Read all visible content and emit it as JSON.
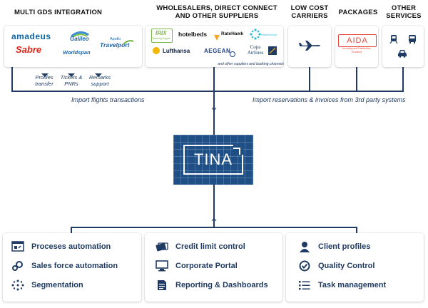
{
  "headers": {
    "gds": "MULTI GDS INTEGRATION",
    "wholesalers": "WHOLESALERS, DIRECT CONNECT AND OTHER SUPPLIERS",
    "lowcost": "LOW COST CARRIERS",
    "packages": "PACKAGES",
    "other": "OTHER SERVICES"
  },
  "gds_logos": {
    "amadeus": "amadeus",
    "sabre": "Sabre",
    "galileo": "Galileo",
    "worldspan": "Worldspan",
    "apollo": "Apollo",
    "travelport": "Travelport"
  },
  "gds_notes": {
    "profiles": "Profiles transfer",
    "tickets": "Tickets & PNRs",
    "remarks": "Remarks support"
  },
  "supplier_logos": {
    "irix": "IRIX",
    "irix_sub": "Booking Engine",
    "hotelbeds": "hotelbeds",
    "ratehawk": "RateHawk",
    "hotelsource": "HotelSource",
    "lufthansa": "Lufthansa",
    "aegean": "AEGEAN",
    "copa": "Copa Airlines"
  },
  "suppliers_note": "and other suppliers and booking channels",
  "aida": {
    "name": "AIDA",
    "sub": "Incoming and Distribution Solutions"
  },
  "imports": {
    "flights": "Import flights transactions",
    "reservations": "Import reservations & invoices from 3rd party systems"
  },
  "center": {
    "name": "TINA"
  },
  "features": [
    {
      "label": "Proceses automation",
      "icon": "process-icon"
    },
    {
      "label": "Sales force automation",
      "icon": "gears-icon"
    },
    {
      "label": "Segmentation",
      "icon": "segmentation-icon"
    },
    {
      "label": "Credit limit control",
      "icon": "credit-icon"
    },
    {
      "label": "Corporate Portal",
      "icon": "monitor-icon"
    },
    {
      "label": "Reporting & Dashboards",
      "icon": "report-icon"
    },
    {
      "label": "Client profiles",
      "icon": "user-icon"
    },
    {
      "label": "Quality Control",
      "icon": "check-badge-icon"
    },
    {
      "label": "Task management",
      "icon": "list-icon"
    }
  ],
  "colors": {
    "navy": "#1f3b63",
    "tina_blue": "#1f4f85",
    "sabre_red": "#e2231a",
    "amadeus_blue": "#0c66a9",
    "aida_red": "#e8483c"
  }
}
